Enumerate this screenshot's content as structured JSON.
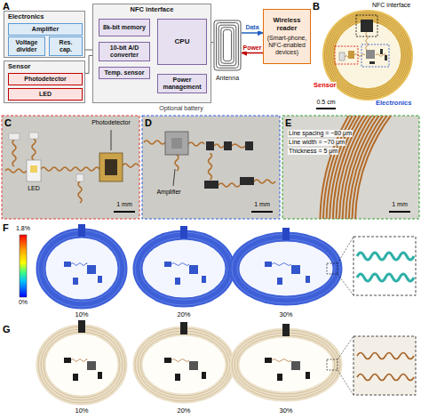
{
  "diagram": {
    "nodes": [
      {
        "text": [
          "Electronics"
        ]
      },
      {
        "text": [
          "Amplifier"
        ],
        "in": 0
      },
      {
        "text": [
          "Voltage divider"
        ],
        "in": 0
      },
      {
        "text": [
          "Res. cap."
        ],
        "in": 0
      },
      {
        "text": [
          "Sensor"
        ]
      },
      {
        "text": [
          "Photodetector"
        ],
        "in": 4
      },
      {
        "text": [
          "LED"
        ],
        "in": 4
      },
      {
        "text": [
          "NFC interface"
        ]
      },
      {
        "text": [
          "8k-bit memory"
        ],
        "in": 7
      },
      {
        "text": [
          "CPU"
        ],
        "in": 7
      },
      {
        "text": [
          "10-bit A/D converter"
        ],
        "in": 7
      },
      {
        "text": [
          "Temp. sensor"
        ],
        "in": 7
      },
      {
        "text": [
          "Power management"
        ],
        "in": 7
      },
      {
        "text": [
          "Antenna"
        ]
      },
      {
        "text": [
          "Wireless reader",
          "(Smart-phone, NFC-enabled devices)"
        ]
      }
    ],
    "edges": [
      {
        "from": 0,
        "to": 10,
        "arrow": "none"
      },
      {
        "from": 4,
        "to": 10,
        "arrow": "none"
      },
      {
        "from": 8,
        "to": 9,
        "arrow": "both"
      },
      {
        "from": 10,
        "to": 9,
        "arrow": "to"
      },
      {
        "from": 12,
        "to": 9,
        "arrow": "to"
      },
      {
        "from": 9,
        "to": 13,
        "arrow": "none"
      },
      {
        "from": 13,
        "to": 14,
        "label": "Data",
        "arrow": "to"
      },
      {
        "from": 14,
        "to": 13,
        "label": "Power",
        "arrow": "to"
      }
    ],
    "labels": [
      "A",
      "Optional battery",
      "B",
      "NFC interface",
      "Sensor",
      "Electronics",
      "0.5 cm",
      "C",
      "LED",
      "Photodetector",
      "1 mm",
      "D",
      "Amplifier",
      "1 mm",
      "E",
      "Line spacing = ~80 μm",
      "Line width = ~70 μm",
      "Thickness = 5 μm",
      "1 mm",
      "F",
      "1.8%",
      "0%",
      "10%",
      "20%",
      "30%",
      "G",
      "10%",
      "20%",
      "30%"
    ]
  }
}
